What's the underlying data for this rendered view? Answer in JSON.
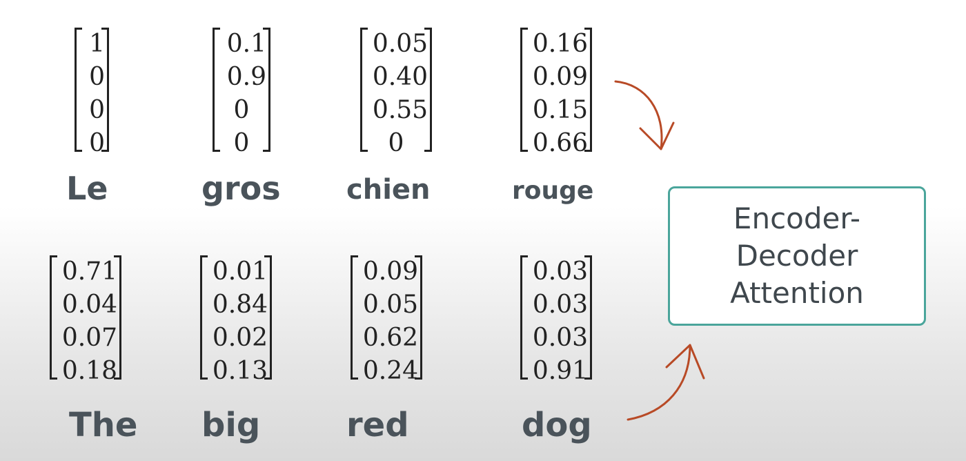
{
  "top_row": [
    {
      "word": "Le",
      "vector": [
        "1",
        "0",
        "0",
        "0"
      ]
    },
    {
      "word": "gros",
      "vector": [
        "0.1",
        "0.9",
        "0",
        "0"
      ]
    },
    {
      "word": "chien",
      "vector": [
        "0.05",
        "0.40",
        "0.55",
        "0"
      ]
    },
    {
      "word": "rouge",
      "vector": [
        "0.16",
        "0.09",
        "0.15",
        "0.66"
      ]
    }
  ],
  "bottom_row": [
    {
      "word": "The",
      "vector": [
        "0.71",
        "0.04",
        "0.07",
        "0.18"
      ]
    },
    {
      "word": "big",
      "vector": [
        "0.01",
        "0.84",
        "0.02",
        "0.13"
      ]
    },
    {
      "word": "red",
      "vector": [
        "0.09",
        "0.05",
        "0.62",
        "0.24"
      ]
    },
    {
      "word": "dog",
      "vector": [
        "0.03",
        "0.03",
        "0.03",
        "0.91"
      ]
    }
  ],
  "attention_box": {
    "line1": "Encoder-",
    "line2": "Decoder",
    "line3": "Attention"
  },
  "colors": {
    "arrow": "#b84a26",
    "box_border": "#4aa59b",
    "word": "#4a535a"
  }
}
